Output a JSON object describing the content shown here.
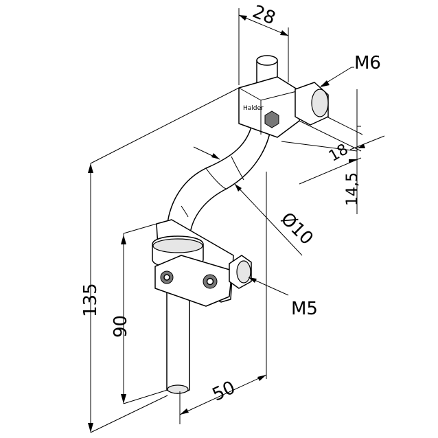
{
  "dimensions": {
    "top_width": "28",
    "thread_top": "M6",
    "right_offset": "18",
    "right_height": "14,5",
    "diameter": "Ø10",
    "thread_bottom": "M5",
    "overall_height": "135",
    "lower_height": "90",
    "bottom_width": "50"
  }
}
